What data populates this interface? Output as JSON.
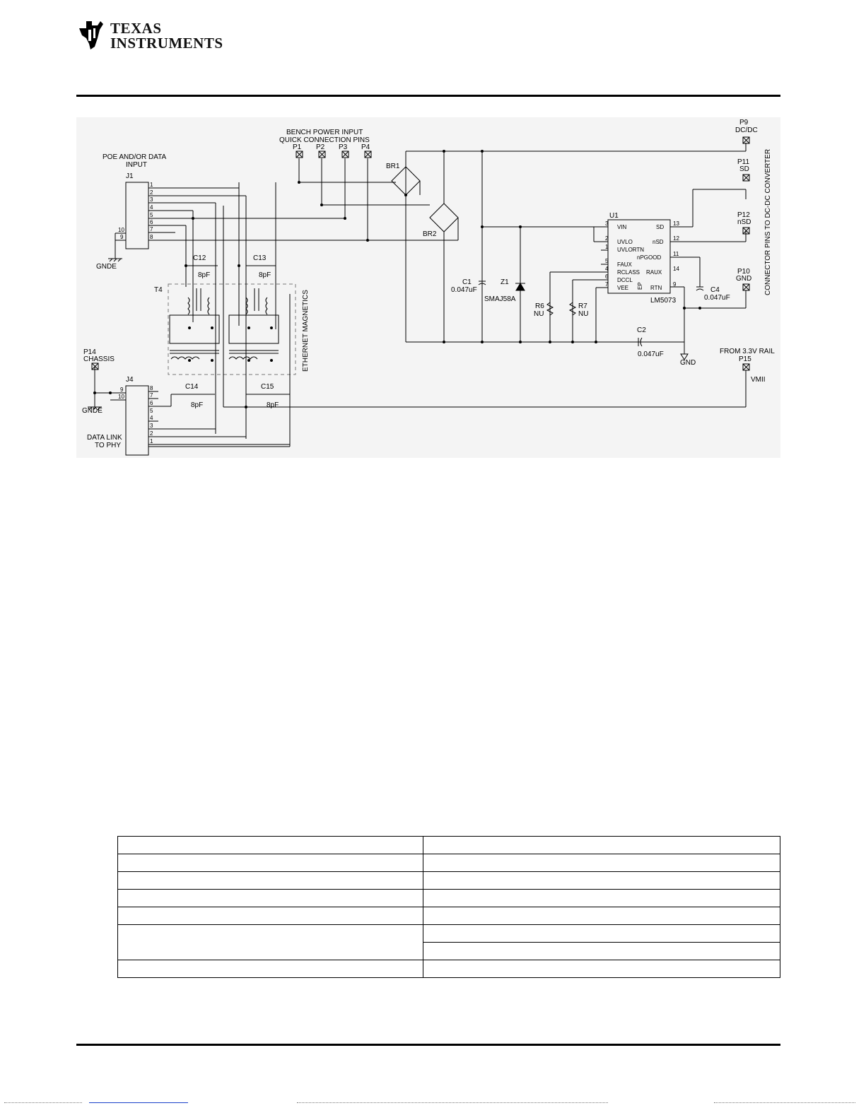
{
  "header": {
    "logo_line1": "TEXAS",
    "logo_line2": "INSTRUMENTS"
  },
  "schematic": {
    "title_bench_line1": "BENCH POWER INPUT",
    "title_bench_line2": "QUICK CONNECTION PINS",
    "poe_input_line1": "POE AND/OR DATA",
    "poe_input_line2": "INPUT",
    "data_link_line1": "DATA LINK",
    "data_link_line2": "TO PHY",
    "magnetics_label": "ETHERNET MAGNETICS",
    "connector_label": "CONNECTOR PINS TO DC-DC CONVERTER",
    "rail_label": "FROM 3.3V RAIL",
    "vmii_label": "VMII",
    "ic_name": "U1",
    "ic_part": "LM5073",
    "j1_pins": [
      "1",
      "2",
      "3",
      "4",
      "5",
      "6",
      "7",
      "8"
    ],
    "j4_pins": [
      "8",
      "7",
      "6",
      "5",
      "4",
      "3",
      "2",
      "1"
    ],
    "j1_extra": [
      "10",
      "9"
    ],
    "j4_extra": [
      "9",
      "10"
    ],
    "ic_left_pins": [
      {
        "num": "3",
        "name": "VIN"
      },
      {
        "num": "2",
        "name": "UVLO"
      },
      {
        "num": "1",
        "name": "UVLORTN"
      },
      {
        "num": "5",
        "name": "FAUX"
      },
      {
        "num": "4",
        "name": "RCLASS"
      },
      {
        "num": "6",
        "name": "DCCL"
      },
      {
        "num": "7",
        "name": "VEE"
      }
    ],
    "ic_right_pins": [
      {
        "num": "13",
        "name": "SD"
      },
      {
        "num": "12",
        "name": "nSD"
      },
      {
        "num": "11",
        "name": "nPGOOD"
      },
      {
        "num": "14",
        "name": "RAUX"
      },
      {
        "num": "9",
        "name": "RTN"
      }
    ],
    "ic_ep": "EP",
    "components": {
      "J1": "J1",
      "J4": "J4",
      "T4": "T4",
      "BR1": "BR1",
      "BR2": "BR2",
      "C1": "C1",
      "C1_val": "0.047uF",
      "C2": "C2",
      "C2_val": "0.047uF",
      "C4": "C4",
      "C4_val": "0.047uF",
      "C12": "C12",
      "C12_val": "8pF",
      "C13": "C13",
      "C13_val": "8pF",
      "C14": "C14",
      "C14_val": "8pF",
      "C15": "C15",
      "C15_val": "8pF",
      "Z1": "Z1",
      "Z1_val": "SMAJ58A",
      "R6": "R6",
      "R6_val": "NU",
      "R7": "R7",
      "R7_val": "NU"
    },
    "bench_pins": [
      "P1",
      "P2",
      "P3",
      "P4"
    ],
    "connector_pins": [
      {
        "id": "P9",
        "name": "DC/DC"
      },
      {
        "id": "P11",
        "name": "SD"
      },
      {
        "id": "P12",
        "name": "nSD"
      },
      {
        "id": "P10",
        "name": "GND"
      }
    ],
    "p14": {
      "id": "P14",
      "name": "CHASSIS"
    },
    "p15": {
      "id": "P15"
    },
    "ground_labels": {
      "gnde": "GNDE",
      "gnd": "GND"
    }
  },
  "table": {
    "rows": 8,
    "columns": 2
  },
  "colors": {
    "ink": "#000000",
    "schematic_bg": "#f4f4f4",
    "link_blue": "#1a3fc9"
  }
}
